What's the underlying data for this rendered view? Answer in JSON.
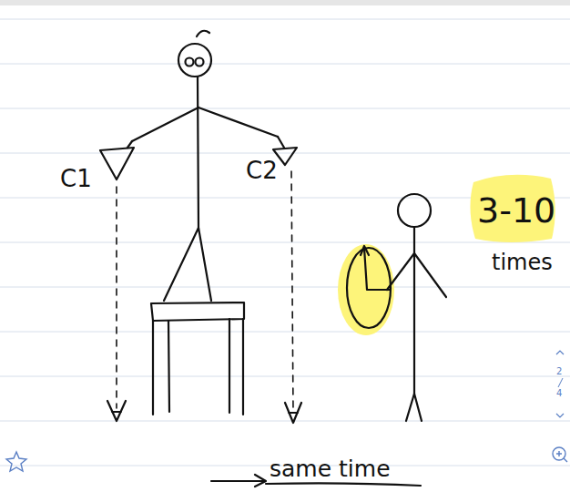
{
  "diagram": {
    "labels": [
      "C1",
      "C2",
      "3-10",
      "times",
      "same time",
      "2",
      "4"
    ]
  }
}
